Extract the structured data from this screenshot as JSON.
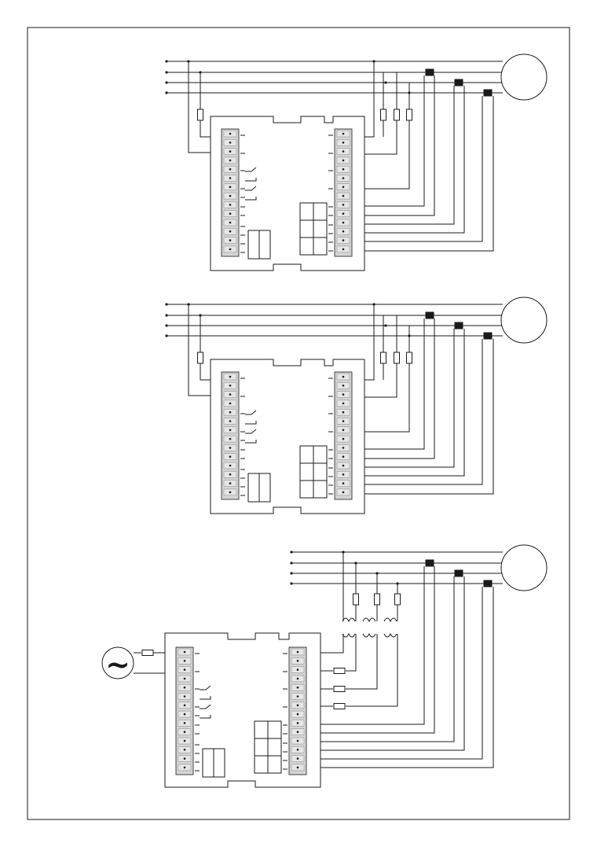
{
  "diagram": {
    "title": "",
    "variants": [
      {
        "id": "variant-1",
        "supply": "direct",
        "motor": "M"
      },
      {
        "id": "variant-2",
        "supply": "direct",
        "motor": "M"
      },
      {
        "id": "variant-3",
        "supply": "via-current-transformers",
        "motor": "M",
        "aux_supply": "ac"
      }
    ],
    "symbols": {
      "ac_source": "~",
      "motor": "motor-circle",
      "fuse": "fuse-rectangle",
      "current_transformer": "current-transformer-coil"
    },
    "colors": {
      "line": "#1a1a1a",
      "terminal_fill": "#d4d4d4",
      "background": "#ffffff"
    }
  }
}
